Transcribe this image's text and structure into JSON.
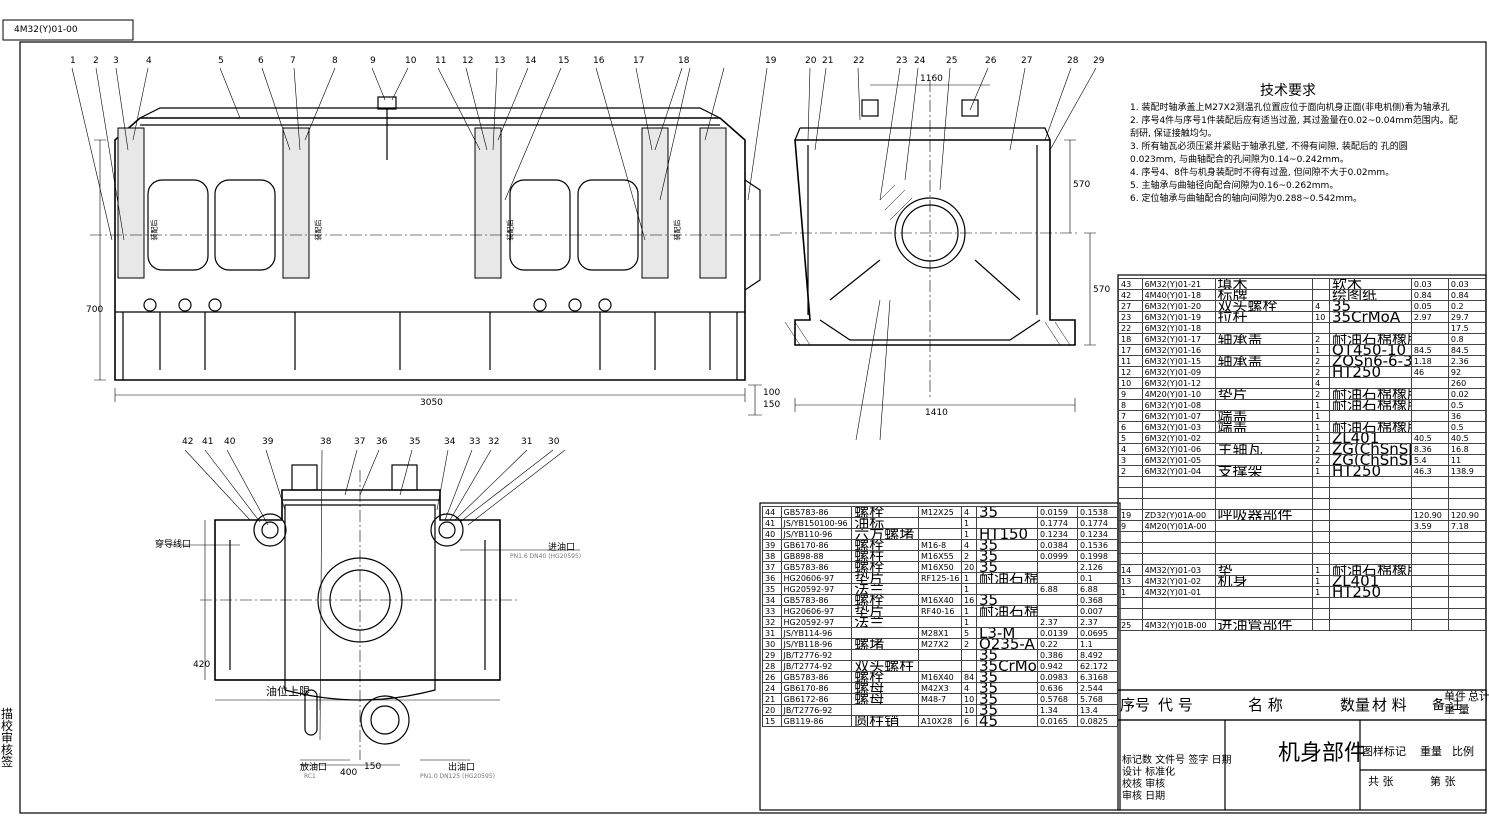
{
  "drawing_code": "4M32(Y)01-00",
  "balloons_top": [
    "1",
    "2",
    "3",
    "4",
    "5",
    "6",
    "7",
    "8",
    "9",
    "10",
    "11",
    "12",
    "13",
    "14",
    "15",
    "16",
    "17",
    "18",
    "19"
  ],
  "balloons_right": [
    "20",
    "21",
    "22",
    "23",
    "24",
    "25",
    "26",
    "27",
    "28",
    "29"
  ],
  "balloons_bottom": [
    "42",
    "41",
    "40",
    "39",
    "38",
    "37",
    "36",
    "35",
    "34",
    "33",
    "32",
    "31",
    "30"
  ],
  "dims": {
    "d3050": "3050",
    "d700": "700",
    "d1160": "1160",
    "d1410": "1410",
    "d570": "570",
    "d570b": "570",
    "d150": "150",
    "d100": "100",
    "d400": "400",
    "d150b": "150",
    "d420": "420"
  },
  "tech": {
    "title": "技术要求",
    "lines": [
      "1. 装配时轴承盖上M27X2测温孔位置应位于面向机身正面(非电机侧)看为轴承孔",
      "2. 序号4件与序号1件装配后应有适当过盈, 其过盈量在0.02~0.04mm范围内。配",
      "   刮研, 保证接触均匀。",
      "3. 所有轴瓦必须压紧并紧贴于轴承孔壁, 不得有间隙, 装配后的           孔的圆",
      "   0.023mm, 与曲轴配合的孔间隙为0.14~0.242mm。",
      "4. 序号4、8件与机身装配时不得有过盈, 但间隙不大于0.02mm。",
      "5. 主轴承与曲轴径向配合间隙为0.16~0.262mm。",
      "6. 定位轴承与曲轴配合的轴向间隙为0.288~0.542mm。"
    ]
  },
  "labels": {
    "wire_in": "穿导线口",
    "oil_in": "进油口",
    "oil_in_spec": "PN1.6 DN40 (HG20595)",
    "oil_level": "油位上限",
    "drain": "放油口",
    "drain_spec": "RC1",
    "oil_out": "出油口",
    "oil_out_spec": "PN1.0 DN125 (HG20595)",
    "brg_clear": "装配后"
  },
  "bom_right": [
    [
      "43",
      "6M32(Y)01-21",
      "填木",
      "",
      "软木",
      "0.03",
      "0.03"
    ],
    [
      "42",
      "4M40(Y)01-18",
      "标牌",
      "",
      "绘图纸",
      "0.84",
      "0.84"
    ],
    [
      "27",
      "6M32(Y)01-20",
      "双头螺栓",
      "4",
      "35",
      "0.05",
      "0.2"
    ],
    [
      "23",
      "6M32(Y)01-19",
      "拉杆",
      "10",
      "35CrMoA",
      "2.97",
      "29.7"
    ],
    [
      "22",
      "6M32(Y)01-18",
      "",
      "",
      "",
      "",
      "17.5"
    ],
    [
      "18",
      "6M32(Y)01-17",
      "轴承盖",
      "2",
      "耐油石棉橡胶板",
      "",
      "0.8"
    ],
    [
      "17",
      "6M32(Y)01-16",
      "",
      "1",
      "QT450-10",
      "84.5",
      "84.5"
    ],
    [
      "11",
      "6M32(Y)01-15",
      "轴承盖",
      "2",
      "ZQSn6-6-3",
      "1.18",
      "2.36"
    ],
    [
      "12",
      "6M32(Y)01-09",
      "",
      "2",
      "HT250",
      "46",
      "92"
    ],
    [
      "10",
      "6M32(Y)01-12",
      "",
      "4",
      "",
      "",
      "260"
    ],
    [
      "9",
      "4M20(Y)01-10",
      "垫片",
      "2",
      "耐油石棉橡胶板",
      "",
      "0.02"
    ],
    [
      "8",
      "6M32(Y)01-08",
      "",
      "1",
      "耐油石棉橡胶板",
      "",
      "0.5"
    ],
    [
      "7",
      "6M32(Y)01-07",
      "端盖",
      "1",
      "",
      "",
      "36"
    ],
    [
      "6",
      "6M32(Y)01-03",
      "端盖",
      "1",
      "耐油石棉橡胶板",
      "",
      "0.5"
    ],
    [
      "5",
      "6M32(Y)01-02",
      "",
      "1",
      "ZL401",
      "40.5",
      "40.5"
    ],
    [
      "4",
      "6M32(Y)01-06",
      "主轴瓦",
      "2",
      "ZG(ChSnSb)",
      "8.36",
      "16.8"
    ],
    [
      "3",
      "6M32(Y)01-05",
      "",
      "2",
      "ZG(ChSnSb)",
      "5.4",
      "11"
    ],
    [
      "2",
      "6M32(Y)01-04",
      "支撑架",
      "1",
      "HT250",
      "46.3",
      "138.9"
    ],
    [
      "",
      "",
      "",
      "",
      "",
      "",
      ""
    ],
    [
      "",
      "",
      "",
      "",
      "",
      "",
      ""
    ],
    [
      "",
      "",
      "",
      "",
      "",
      "",
      ""
    ],
    [
      "19",
      "ZD32(Y)01A-00",
      "呼吸器部件",
      "",
      "",
      "120.90",
      "120.90"
    ],
    [
      "9",
      "4M20(Y)01A-00",
      "",
      "",
      "",
      "3.59",
      "7.18"
    ],
    [
      "",
      "",
      "",
      "",
      "",
      "",
      ""
    ],
    [
      "",
      "",
      "",
      "",
      "",
      "",
      ""
    ],
    [
      "",
      "",
      "",
      "",
      "",
      "",
      ""
    ],
    [
      "14",
      "4M32(Y)01-03",
      "垫",
      "1",
      "耐油石棉橡胶板",
      "",
      ""
    ],
    [
      "13",
      "4M32(Y)01-02",
      "机身",
      "1",
      "ZL401",
      "",
      ""
    ],
    [
      "1",
      "4M32(Y)01-01",
      "",
      "1",
      "HT250",
      "",
      ""
    ],
    [
      "",
      "",
      "",
      "",
      "",
      "",
      ""
    ],
    [
      "",
      "",
      "",
      "",
      "",
      "",
      ""
    ],
    [
      "25",
      "4M32(Y)01B-00",
      "进油管部件",
      "",
      "",
      "",
      ""
    ]
  ],
  "bom_left": [
    [
      "44",
      "GB5783-86",
      "螺栓",
      "M12X25",
      "4",
      "35",
      "0.0159",
      "0.1538"
    ],
    [
      "41",
      "JS/YB150100-96",
      "油标",
      "",
      "1",
      "",
      "0.1774",
      "0.1774"
    ],
    [
      "40",
      "JS/YB110-96",
      "六方螺堵",
      "",
      "1",
      "HT150",
      "0.1234",
      "0.1234"
    ],
    [
      "39",
      "GB6170-86",
      "螺栓",
      "M16-8",
      "4",
      "35",
      "0.0384",
      "0.1536"
    ],
    [
      "38",
      "GB898-88",
      "螺柱",
      "M16X55",
      "2",
      "35",
      "0.0999",
      "0.1998"
    ],
    [
      "37",
      "GB5783-86",
      "螺栓",
      "M16X50",
      "20",
      "35",
      "",
      "2.126"
    ],
    [
      "36",
      "HG20606-97",
      "垫片",
      "RF125-16",
      "1",
      "耐油石棉橡胶板",
      "",
      "0.1"
    ],
    [
      "35",
      "HG20592-97",
      "法兰",
      "",
      "1",
      "",
      "6.88",
      "6.88"
    ],
    [
      "34",
      "GB5783-86",
      "螺栓",
      "M16X40",
      "16",
      "35",
      "",
      "0.368"
    ],
    [
      "33",
      "HG20606-97",
      "垫片",
      "RF40-16",
      "1",
      "耐油石棉橡胶板",
      "",
      "0.007"
    ],
    [
      "32",
      "HG20592-97",
      "法兰",
      "",
      "1",
      "",
      "2.37",
      "2.37"
    ],
    [
      "31",
      "JS/YB114-96",
      "",
      "M28X1",
      "5",
      "L3-M",
      "0.0139",
      "0.0695"
    ],
    [
      "30",
      "JS/YB118-96",
      "螺堵",
      "M27X2",
      "2",
      "Q235-A",
      "0.22",
      "1.1"
    ],
    [
      "29",
      "JB/T2776-92",
      "",
      "",
      "",
      "35",
      "0.386",
      "8.492"
    ],
    [
      "28",
      "JB/T2774-92",
      "双头螺柱",
      "",
      "",
      "35CrMoA",
      "0.942",
      "62.172"
    ],
    [
      "26",
      "GB5783-86",
      "螺栓",
      "M16X40",
      "84",
      "35",
      "0.0983",
      "6.3168"
    ],
    [
      "24",
      "GB6170-86",
      "螺母",
      "M42X3",
      "4",
      "35",
      "0.636",
      "2.544"
    ],
    [
      "21",
      "GB6172-86",
      "螺母",
      "M48-7",
      "10",
      "35",
      "0.5768",
      "5.768"
    ],
    [
      "20",
      "JB/T2776-92",
      "",
      "",
      "10",
      "35",
      "1.34",
      "13.4"
    ],
    [
      "15",
      "GB119-86",
      "圆柱销",
      "A10X28",
      "6",
      "45",
      "0.0165",
      "0.0825"
    ]
  ],
  "bom_header": [
    "序号",
    "代  号",
    "名  称",
    "数量",
    "材  料",
    "单件",
    "总计",
    "备  注"
  ],
  "bom_header_sub": "重  量",
  "title_block": {
    "part_name": "机身部件",
    "mark": "图样标记",
    "weight": "重量",
    "scale": "比例",
    "sheets": "共  张",
    "sheet": "第  张",
    "rows": [
      "标记数 文件号 签字 日期",
      "设计  标准化",
      "校核  审核",
      "审核  日期"
    ],
    "side": [
      "描",
      "校",
      "审",
      "核",
      "签"
    ]
  }
}
